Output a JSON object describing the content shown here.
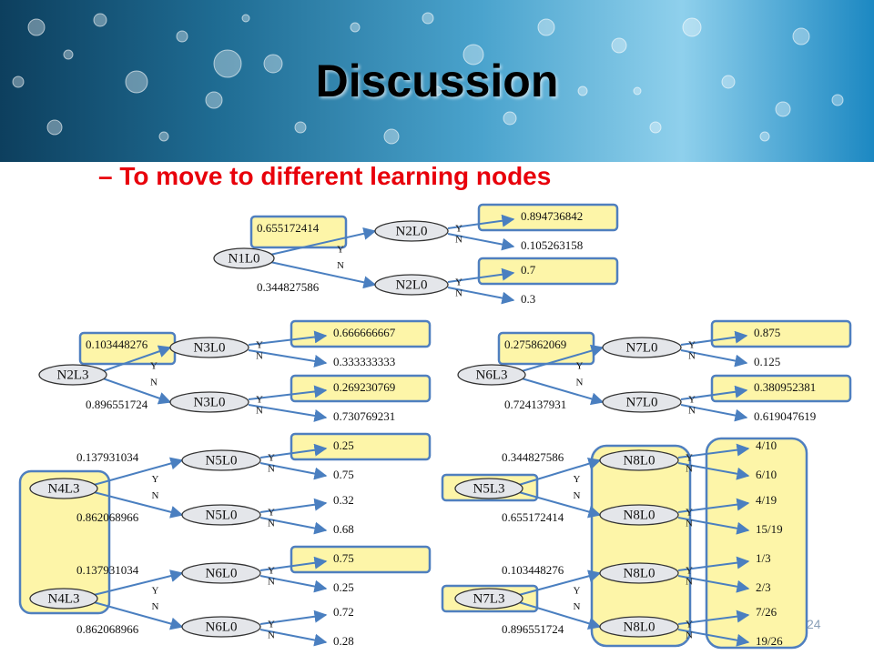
{
  "title": "Discussion",
  "subtitle": "– To move to different learning nodes",
  "page_number": "24",
  "colors": {
    "highlight_fill": "#fdf5a8",
    "highlight_stroke": "#4f7fbf",
    "node_fill": "#e4e6ea",
    "edge": "#4a7fc0",
    "subtitle": "#e8000b"
  },
  "trees": [
    {
      "root": "N1L0",
      "upper_prob": "0.655172414",
      "lower_prob": "0.344827586",
      "upper_child": "N2L0",
      "lower_child": "N2L0",
      "upper_leaves": [
        "0.894736842",
        "0.105263158"
      ],
      "lower_leaves": [
        "0.7",
        "0.3"
      ]
    },
    {
      "root": "N2L3",
      "upper_prob": "0.103448276",
      "lower_prob": "0.896551724",
      "upper_child": "N3L0",
      "lower_child": "N3L0",
      "upper_leaves": [
        "0.666666667",
        "0.333333333"
      ],
      "lower_leaves": [
        "0.269230769",
        "0.730769231"
      ]
    },
    {
      "root": "N6L3",
      "upper_prob": "0.275862069",
      "lower_prob": "0.724137931",
      "upper_child": "N7L0",
      "lower_child": "N7L0",
      "upper_leaves": [
        "0.875",
        "0.125"
      ],
      "lower_leaves": [
        "0.380952381",
        "0.619047619"
      ]
    },
    {
      "root": "N4L3",
      "upper_prob": "0.137931034",
      "lower_prob": "0.862068966",
      "upper_child": "N5L0",
      "lower_child": "N5L0",
      "upper_leaves": [
        "0.25",
        "0.75"
      ],
      "lower_leaves": [
        "0.32",
        "0.68"
      ]
    },
    {
      "root": "N4L3",
      "upper_prob": "0.137931034",
      "lower_prob": "0.862068966",
      "upper_child": "N6L0",
      "lower_child": "N6L0",
      "upper_leaves": [
        "0.75",
        "0.25"
      ],
      "lower_leaves": [
        "0.72",
        "0.28"
      ]
    },
    {
      "root": "N5L3",
      "upper_prob": "0.344827586",
      "lower_prob": "0.655172414",
      "upper_child": "N8L0",
      "lower_child": "N8L0",
      "upper_leaves": [
        "4/10",
        "6/10"
      ],
      "lower_leaves": [
        "4/19",
        "15/19"
      ]
    },
    {
      "root": "N7L3",
      "upper_prob": "0.103448276",
      "lower_prob": "0.896551724",
      "upper_child": "N8L0",
      "lower_child": "N8L0",
      "upper_leaves": [
        "1/3",
        "2/3"
      ],
      "lower_leaves": [
        "7/26",
        "19/26"
      ]
    }
  ],
  "branch_labels": {
    "yes": "Y",
    "no": "N"
  }
}
